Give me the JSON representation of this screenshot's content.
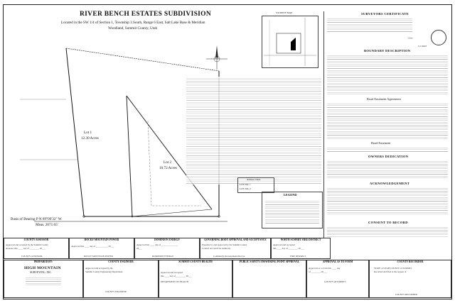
{
  "title": {
    "main": "RIVER BENCH ESTATES SUBDIVISION",
    "line1": "Located in the SW 1/4 of Section 1, Township 3 South, Range 6 East, Salt Lake Base & Meridian",
    "line2": "Woodland, Summit County, Utah"
  },
  "vicinity_label": "VICINITY MAP",
  "plat": {
    "lot1_name": "Lot 1",
    "lot1_area": "12.30 Acres",
    "lot2_name": "Lot 2",
    "lot2_area": "10.72 Acres",
    "basis_line1": "Basis of Bearing  P N 89°09'32\" W",
    "basis_line2": "Meas. 2671.65'"
  },
  "address_table": {
    "title": "Address Table",
    "rows": [
      "LOT NO. 1",
      "LOT NO. 2"
    ]
  },
  "legend": {
    "title": "LEGEND"
  },
  "right": {
    "surveyor_title": "SURVEYORS CERTIFICATE",
    "boundary_title": "BOUNDARY DESCRIPTION",
    "road_easement_agreement": "Road Easement Agreement",
    "road_easement": "Road Easement",
    "owners_dedication": "OWNERS DEDICATION",
    "acknowledgement": "ACKNOWLEDGEMENT",
    "consent_title": "CONSENT TO RECORD",
    "signature_date": "5-7-2021"
  },
  "approval_row1": [
    {
      "title": "COUNTY ASSESSOR",
      "l1": "Approved and accepted by the Summit County",
      "l2": "Assessor this ____ day of ________, 20___",
      "foot": "COUNTY ASSESSOR"
    },
    {
      "title": "ROCKY MOUNTAIN POWER",
      "l1": "Approved this ____ day of __________, 20___",
      "l2": "",
      "foot": "ROCKY MOUNTAIN POWER"
    },
    {
      "title": "DOMINION ENERGY",
      "l1": "Approved this ____ day of ______________,",
      "l2": "20___",
      "foot": "DOMINION ENERGY"
    },
    {
      "title": "GOVERNING BODY APPROVAL AND ACCEPTANCE",
      "l1": "Presented to and approved by the Summit County",
      "l2": "Council on Land Use Authority",
      "foot": "Community Development Director"
    },
    {
      "title": "NORTH SUMMIT FIRE DISTRICT",
      "l1": "Approved and Accepted",
      "l2": "this ____ day of ________, 20___",
      "foot": "FIRE DISTRICT"
    }
  ],
  "approval_row2": [
    {
      "title": "PREPARED BY:",
      "l1": "HIGH MOUNTAIN",
      "l2": "SURVEYING, INC.",
      "foot": ""
    },
    {
      "title": "COUNTY ENGINEER",
      "l1": "Approved and accepted by the",
      "l2": "Summit County Engineering Department",
      "foot": "COUNTY ENGINEER"
    },
    {
      "title": "SUMMIT COUNTY HEALTH",
      "l1": "Approved and Accepted",
      "l2": "this ____ day of ________, 20___",
      "foot": "DEPARTMENT OF HEALTH"
    },
    {
      "title": "PUBLIC SAFETY ANSWERING POINT APPROVAL",
      "l1": "",
      "l2": "",
      "foot": ""
    },
    {
      "title": "APPROVAL AS TO FORM",
      "l1": "Approved as to form this ____ day",
      "l2": "of ________, 20___",
      "foot": "COUNTY ATTORNEY"
    },
    {
      "title": "COUNTY RECORDER",
      "l1": "STATE of UTAH      COUNTY of SUMMIT",
      "l2": "Recorded and filed at the request of",
      "foot": "COUNTY RECORDER"
    }
  ]
}
